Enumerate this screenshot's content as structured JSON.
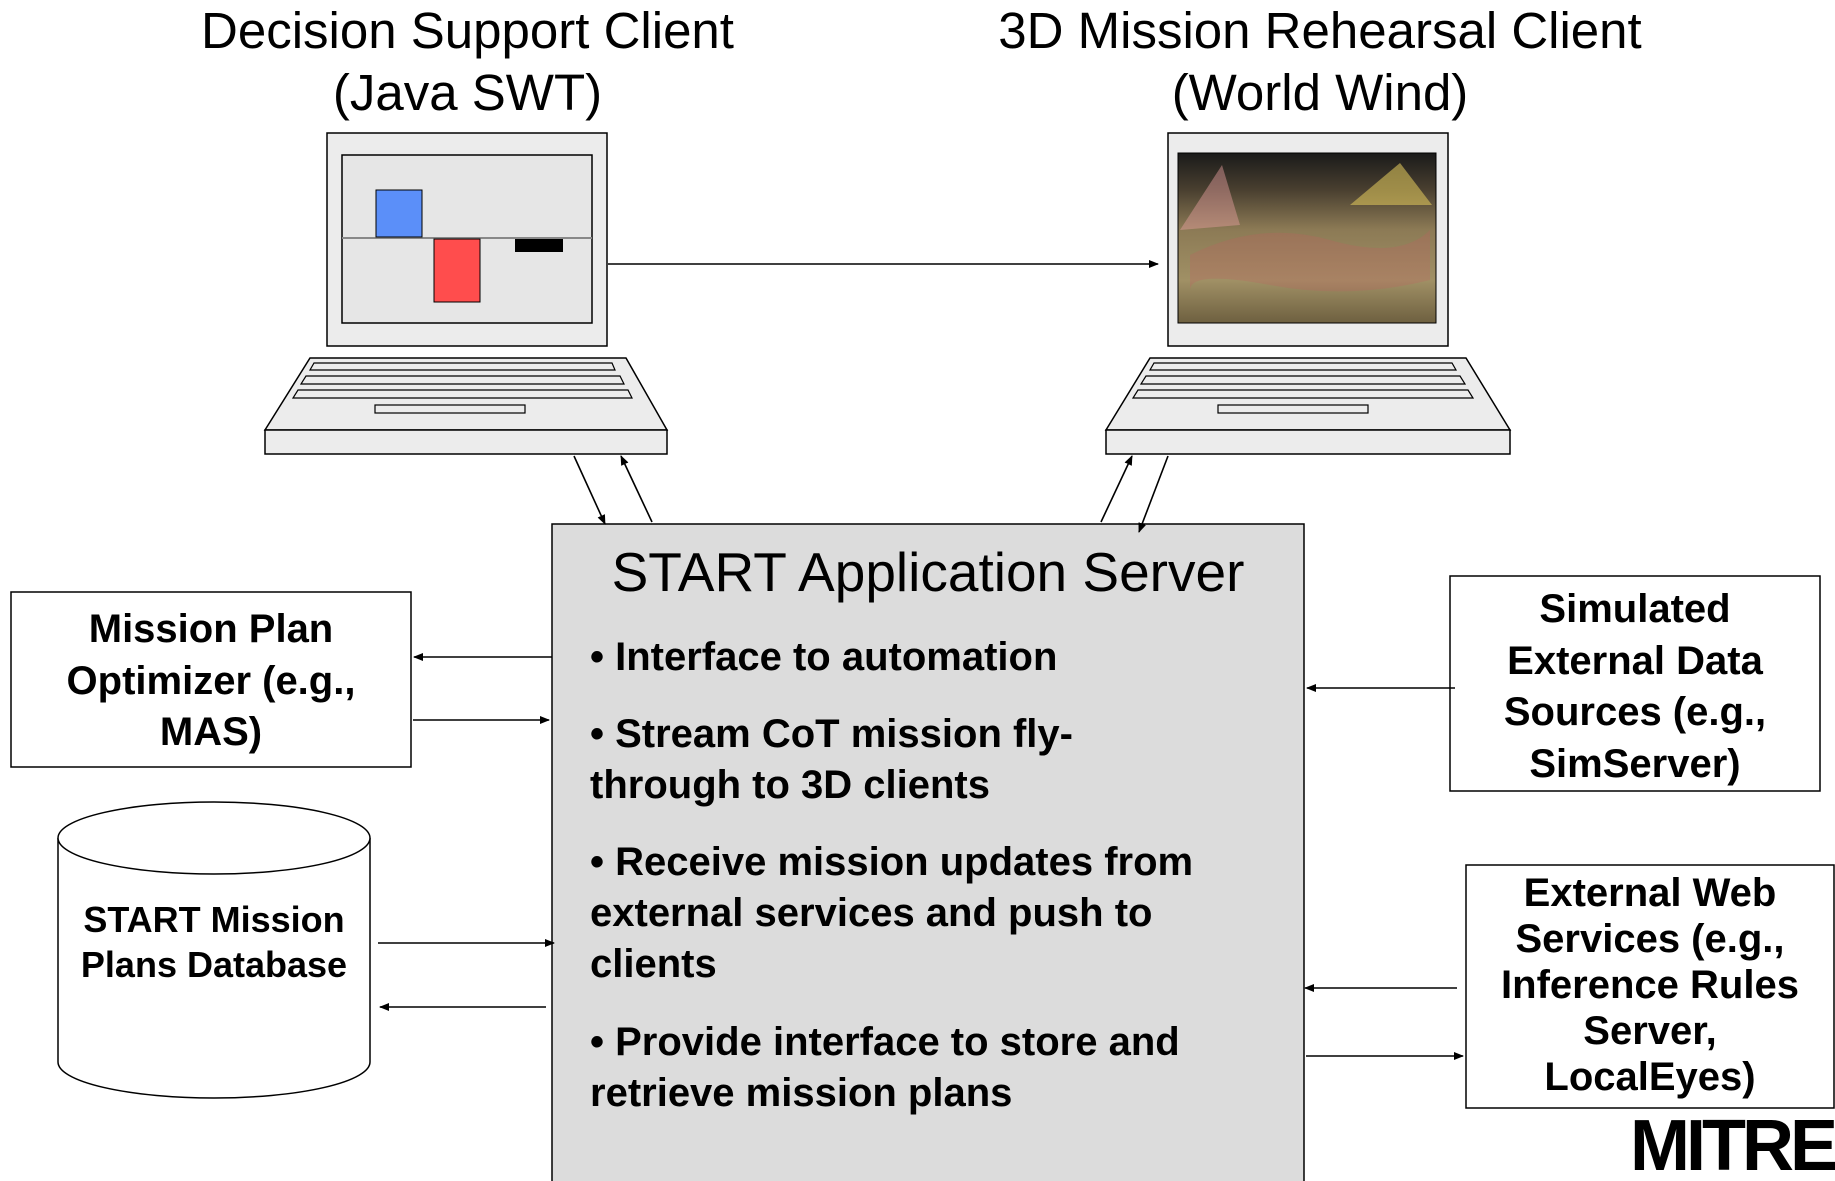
{
  "clients": {
    "decision_support": {
      "title": "Decision Support Client",
      "subtitle": "(Java SWT)",
      "screen_chart": {
        "bar_colors": [
          "#5b8ff9",
          "#ff4d4d",
          "#000000"
        ]
      }
    },
    "mission_rehearsal": {
      "title": "3D Mission Rehearsal Client",
      "subtitle": "(World Wind)"
    }
  },
  "server": {
    "title": "START Application Server",
    "bullets": [
      "• Interface to automation",
      "• Stream CoT mission fly-through to 3D clients",
      "• Receive mission updates from external services and push to clients",
      "• Provide interface to store and retrieve mission plans"
    ]
  },
  "left_components": {
    "optimizer": "Mission Plan Optimizer (e.g., MAS)",
    "database": "START Mission Plans Database"
  },
  "right_components": {
    "simulated_sources": "Simulated External Data Sources (e.g., SimServer)",
    "web_services": "External Web Services (e.g., Inference Rules Server, LocalEyes)"
  },
  "logo": "MITRE",
  "colors": {
    "server_fill": "#dcdcdc",
    "laptop_fill": "#ececec",
    "stroke": "#000000"
  }
}
